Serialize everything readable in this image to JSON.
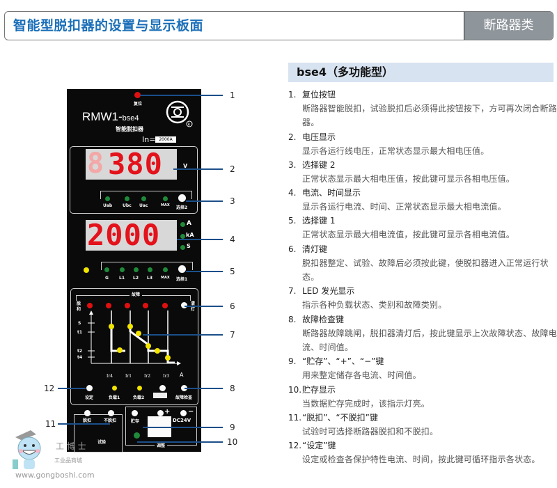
{
  "header": {
    "title": "智能型脱扣器的设置与显示板面",
    "category": "断路器类"
  },
  "panel": {
    "reset_label": "复位",
    "model": "RMW1-",
    "model_suffix": "bse4",
    "subtitle": "智能脱扣器",
    "in_label": "In=",
    "in_value": "2000A",
    "voltage_display": "380",
    "voltage_unit": "V",
    "voltage_leds": [
      "Uab",
      "Ubc",
      "Uac",
      "MAX"
    ],
    "select2_label": "选择2",
    "current_display": "2000",
    "current_units": [
      "A",
      "kA",
      "S"
    ],
    "current_leds": [
      "G",
      "L1",
      "L2",
      "L3",
      "MAX"
    ],
    "select1_label": "选择1",
    "fault_label": "故障",
    "trip_label": "脱和",
    "clear_label": "清灯",
    "curve_y_labels": [
      "S",
      "t1",
      "t2",
      "t4"
    ],
    "curve_x_labels": [
      "Ir4",
      "Ir1",
      "Ir2",
      "Ir3",
      "A"
    ],
    "bottom_buttons": [
      "设定",
      "负载1",
      "负载2",
      "",
      "故障检查"
    ],
    "trip_btn": "脱扣",
    "no_trip_btn": "不脱扣",
    "test_label": "试验",
    "store_label": "贮存",
    "plus_label": "+",
    "minus_label": "−",
    "dc_label": "DC24V",
    "adjust_label": "调整"
  },
  "callouts": [
    "1",
    "2",
    "3",
    "4",
    "5",
    "6",
    "7",
    "8",
    "9",
    "10",
    "11",
    "12"
  ],
  "section": {
    "title": "bse4（多功能型）",
    "items": [
      {
        "num": "1.",
        "title": "复位按钮",
        "desc": "断路器智能脱扣，试验脱扣后必须得此按钮按下，方可再次闭合断路器。"
      },
      {
        "num": "2.",
        "title": "电压显示",
        "desc": "显示各运行线电压，正常状态显示最大相电压值。"
      },
      {
        "num": "3.",
        "title": "选择键 2",
        "desc": "正常状态显示最大相电压值，按此键可显示各相电压值。"
      },
      {
        "num": "4.",
        "title": "电流、时间显示",
        "desc": "显示各运行电流、时间、正常状态显示最大相电流值。"
      },
      {
        "num": "5.",
        "title": "选择键 1",
        "desc": "正常状态显示最大相电流值，按此键可显示各相电流值。"
      },
      {
        "num": "6.",
        "title": "清灯键",
        "desc": "脱扣器整定、试验、故障后必须按此键，使脱扣器进入正常运行状态。"
      },
      {
        "num": "7.",
        "title": "LED 发光显示",
        "desc": "指示各种负载状态、类别和故障类别。"
      },
      {
        "num": "8.",
        "title": "故障检查键",
        "desc": "断路器故障跳闸，脱扣器清灯后，按此键显示上次故障状态、故障电流、时间值。"
      },
      {
        "num": "9.",
        "title": "“贮存”、“+”、“−”键",
        "desc": "用来整定储存各电流、时间值。"
      },
      {
        "num": "10.",
        "title": "贮存显示",
        "desc": "当数据贮存完成时，该指示灯亮。"
      },
      {
        "num": "11.",
        "title": "“脱扣”、“不脱扣”键",
        "desc": "试验时可选择断路器脱扣和不脱扣。"
      },
      {
        "num": "12.",
        "title": "“设定”键",
        "desc": "设定或检查各保护特性电流、时间，按此键可循环指示各状态。"
      }
    ]
  },
  "watermark": {
    "brand": "工 博 士",
    "tagline": "工业品商城",
    "url": "www.gongboshi.com"
  }
}
